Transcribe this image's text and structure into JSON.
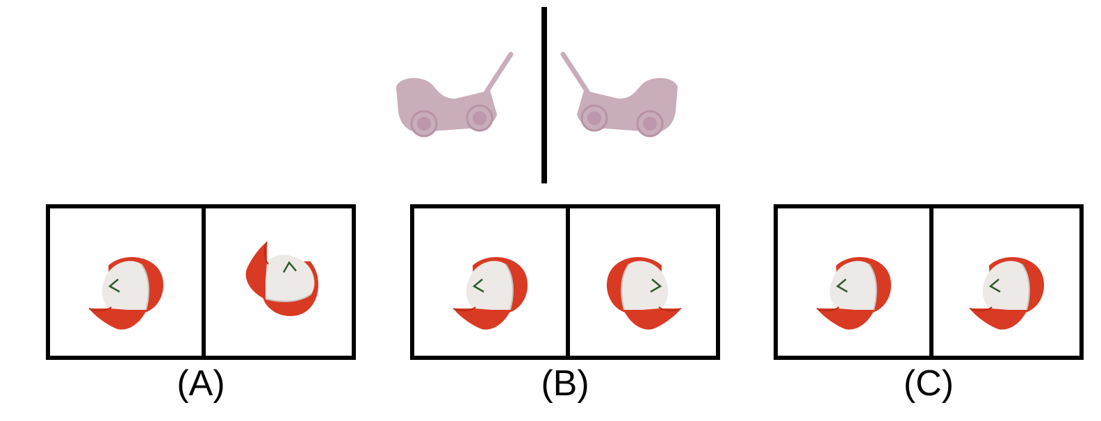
{
  "options": [
    {
      "key": "A",
      "label": "(A)"
    },
    {
      "key": "B",
      "label": "(B)"
    },
    {
      "key": "C",
      "label": "(C)"
    }
  ],
  "colors": {
    "stroller": "#c9adba",
    "stroller_wheel": "#b88fa6",
    "cap_red": "#d93a23",
    "cap_white": "#ece9e6",
    "logo": "#2f5a2a",
    "line": "#000000"
  }
}
